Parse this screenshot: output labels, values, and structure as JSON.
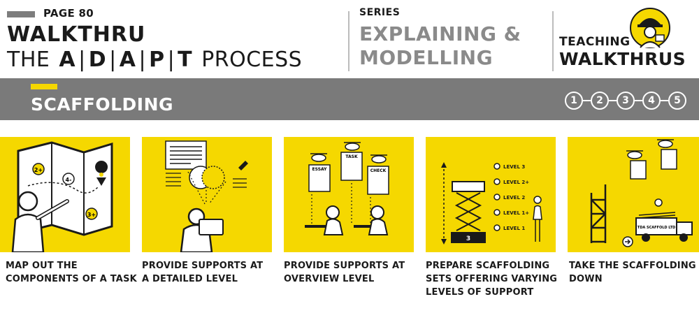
{
  "header": {
    "page_label": "PAGE 80",
    "walkthru_label": "WALKTHRU",
    "process_prefix": "THE",
    "adapt_letters": [
      "A",
      "D",
      "A",
      "P",
      "T"
    ],
    "process_suffix": "PROCESS",
    "series_label": "SERIES",
    "series_line1": "EXPLAINING &",
    "series_line2": "MODELLING",
    "brand_line1": "TEACHING",
    "brand_line2": "WALKTHRUS"
  },
  "banner": {
    "title": "SCAFFOLDING",
    "steps": [
      "1",
      "2",
      "3",
      "4",
      "5"
    ]
  },
  "panels": [
    {
      "caption_lines": [
        "MAP OUT THE",
        "COMPONENTS OF A TASK"
      ],
      "map_badges": [
        "2+",
        "4-",
        "3+"
      ]
    },
    {
      "caption_lines": [
        "PROVIDE SUPPORTS AT",
        "A DETAILED LEVEL"
      ]
    },
    {
      "caption_lines": [
        "PROVIDE SUPPORTS AT",
        "OVERVIEW LEVEL"
      ],
      "doc_labels": [
        "ESSAY",
        "TASK",
        "CHECK"
      ]
    },
    {
      "caption_lines": [
        "PREPARE SCAFFOLDING",
        "SETS OFFERING VARYING",
        "LEVELS OF SUPPORT"
      ],
      "levels": [
        "LEVEL 3",
        "LEVEL 2+",
        "LEVEL 2",
        "LEVEL 1+",
        "LEVEL 1"
      ],
      "lift_label": "3"
    },
    {
      "caption_lines": [
        "TAKE THE SCAFFOLDING",
        "DOWN"
      ],
      "truck_label": "TDA SCAFFOLD LTD"
    }
  ],
  "colors": {
    "accent_yellow": "#f5d800",
    "banner_grey": "#7a7a7a",
    "series_grey": "#8a8a8a",
    "ink": "#1a1a1a"
  }
}
